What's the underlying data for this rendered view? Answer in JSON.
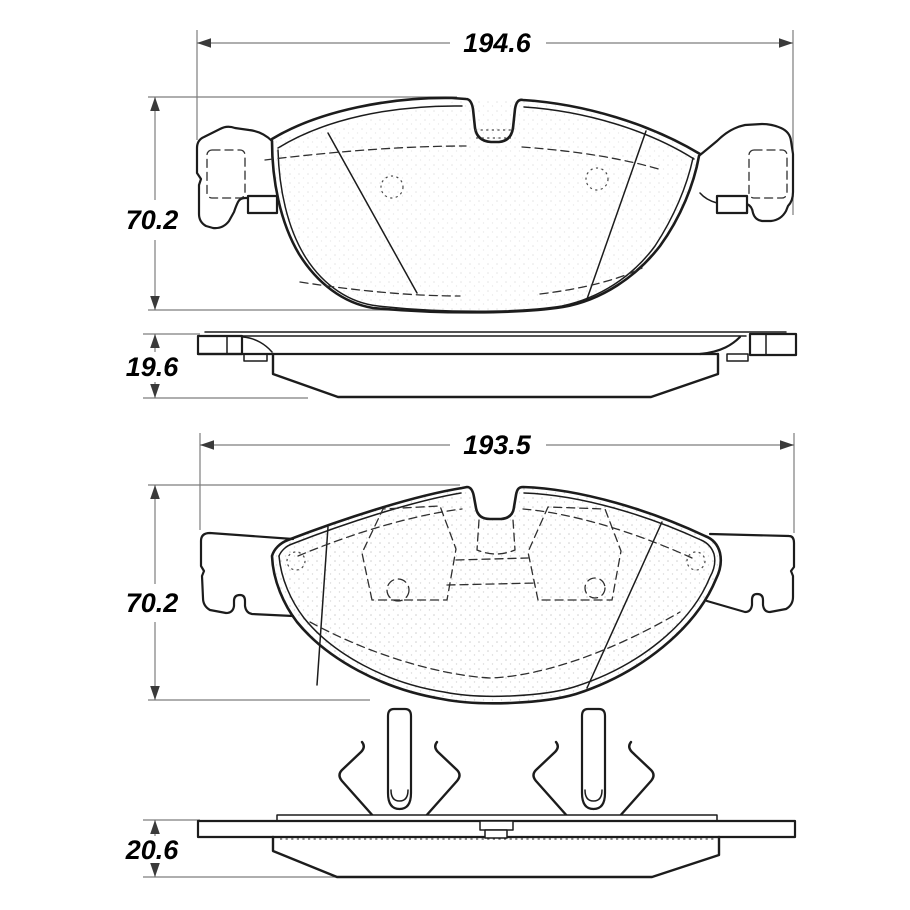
{
  "drawing": {
    "labels": {
      "pad1_width": "194.6",
      "pad1_height": "70.2",
      "pad1_thickness": "19.6",
      "pad2_width": "193.5",
      "pad2_height": "70.2",
      "pad2_thickness": "20.6"
    },
    "colors": {
      "line": "#1c1c1c",
      "dim": "#7d7d7d",
      "dim_arrow": "#3a3a3a",
      "label": "#000000",
      "background": "#ffffff"
    }
  }
}
